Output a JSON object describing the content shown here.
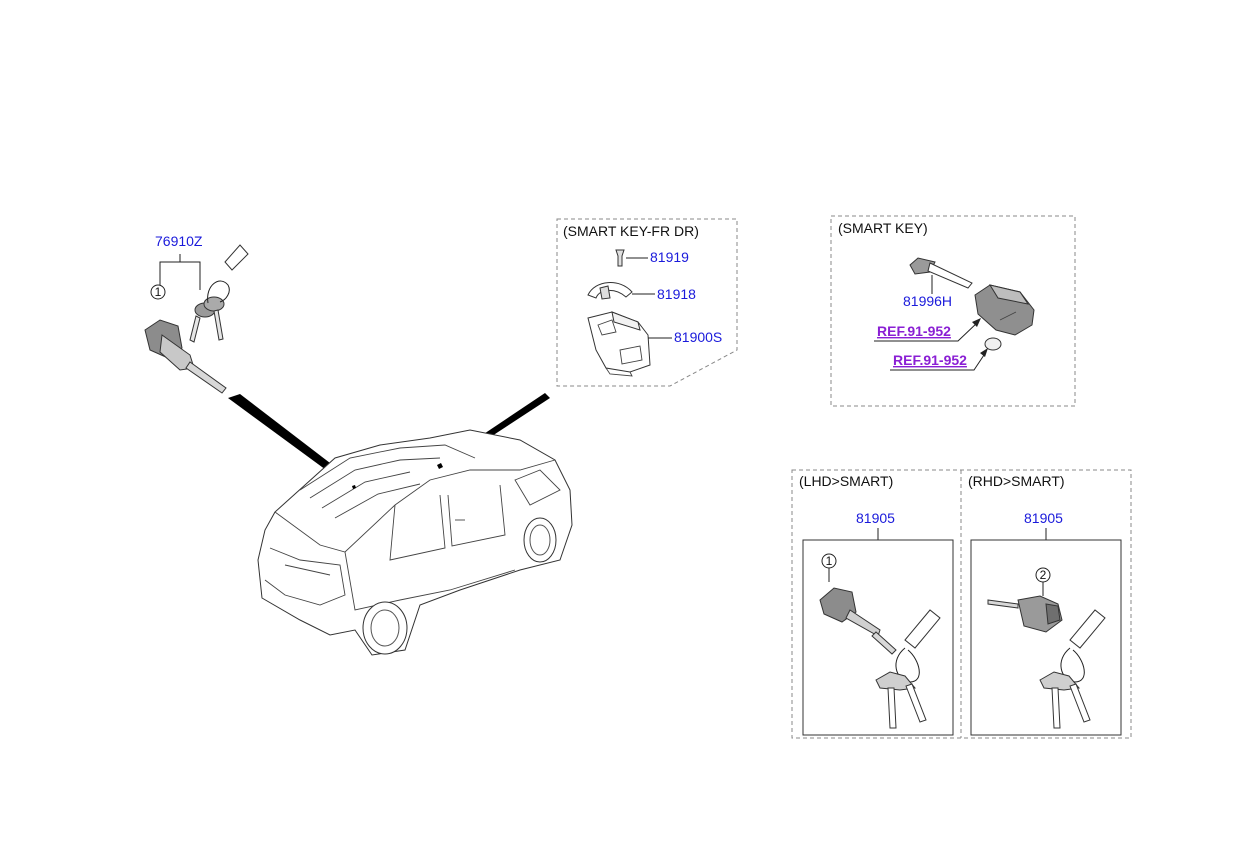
{
  "parts": {
    "lock_set": "76910Z",
    "pin": "81919",
    "bracket": "81918",
    "handle_lock": "81900S",
    "blank_key": "81996H",
    "ref_fob": "REF.91-952",
    "ref_battery": "REF.91-952",
    "lhd_set": "81905",
    "rhd_set": "81905"
  },
  "captions": {
    "smart_key_fr_dr": "(SMART KEY-FR DR)",
    "smart_key": "(SMART KEY)",
    "lhd_smart": "(LHD>SMART)",
    "rhd_smart": "(RHD>SMART)"
  },
  "callouts": {
    "c1": "1",
    "c1_lhd": "1",
    "c2_rhd": "2"
  },
  "colors": {
    "part_number": "#1a1adb",
    "reference_link": "#8a1fd4"
  }
}
